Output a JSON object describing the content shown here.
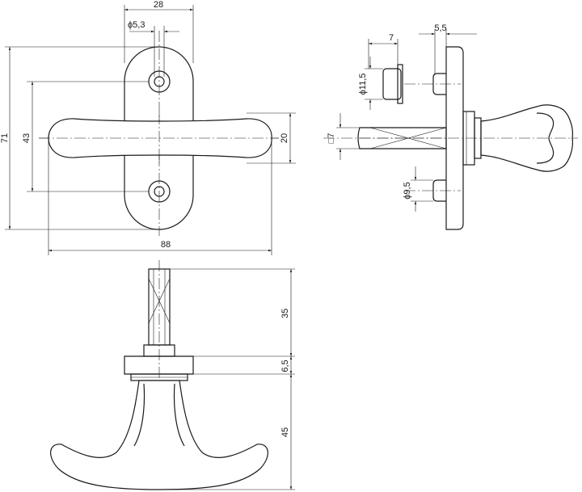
{
  "dimensions": {
    "width_28": "28",
    "hole_dia_5_3": "ϕ5,3",
    "height_71": "71",
    "hole_spacing_43": "43",
    "handle_width_20": "20",
    "length_88": "88",
    "offset_7": "7",
    "offset_5_5": "5,5",
    "collar_dia_11_5": "ϕ11,5",
    "square_7": "□7",
    "pin_dia_9_5": "ϕ9,5",
    "spindle_35": "35",
    "plate_6_5": "6,5",
    "handle_45": "45"
  }
}
